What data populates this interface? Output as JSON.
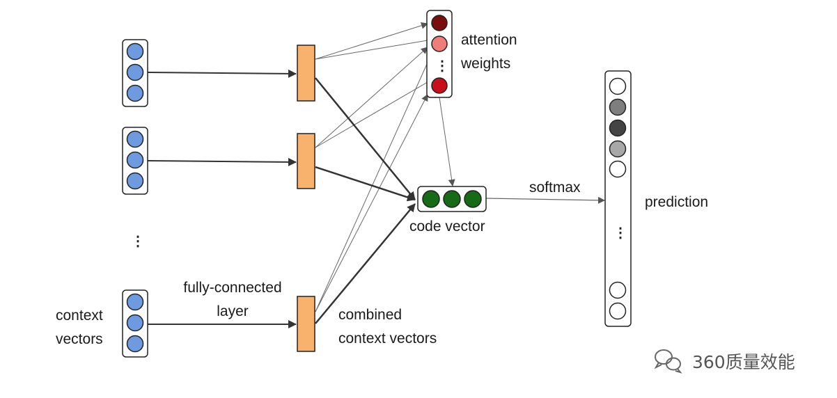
{
  "labels": {
    "context_vectors_line1": "context",
    "context_vectors_line2": "vectors",
    "fc_layer_line1": "fully-connected",
    "fc_layer_line2": "layer",
    "combined_line1": "combined",
    "combined_line2": "context vectors",
    "attention_line1": "attention",
    "attention_line2": "weights",
    "code_vector": "code vector",
    "softmax": "softmax",
    "prediction": "prediction"
  },
  "ellipsis": {
    "context": "⋮",
    "attention": "⋮",
    "prediction": "⋮"
  },
  "watermark": {
    "text": "360质量效能",
    "icon": "wechat-logo-icon"
  },
  "colors": {
    "context_node": "#6e9be0",
    "fc_node": "#f9b16e",
    "attention_dark": "#7a0e0e",
    "attention_light": "#ef7e7a",
    "attention_red": "#c8101a",
    "code_node": "#166b16",
    "prediction_dark": "#444444",
    "prediction_mid": "#7e7e7e",
    "prediction_light": "#a8a8a8",
    "edge": "#333333"
  }
}
